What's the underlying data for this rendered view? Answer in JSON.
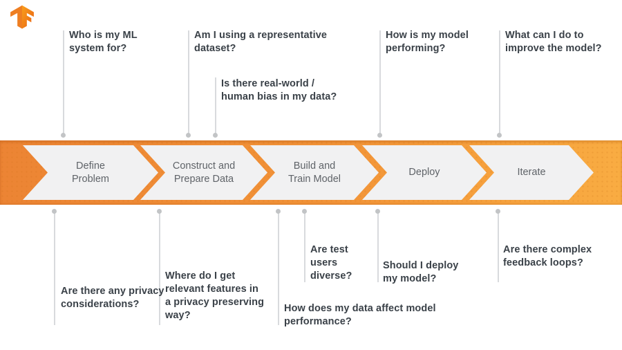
{
  "colors": {
    "band_gradient_start": "#EC8434",
    "band_gradient_end": "#F9AC42",
    "chevron_fill": "#F1F1F2",
    "stage_label_text": "#5F6368",
    "question_text": "#3A4148",
    "connector_line": "#D8DADD",
    "connector_dot": "#C2C4C6",
    "logo_orange": "#EE7E22",
    "logo_orange_bright": "#F9A01B"
  },
  "logo": {
    "name": "TensorFlow"
  },
  "stages": [
    {
      "label": "Define Problem"
    },
    {
      "label": "Construct and Prepare Data"
    },
    {
      "label": "Build and Train Model"
    },
    {
      "label": "Deploy"
    },
    {
      "label": "Iterate"
    }
  ],
  "top_questions": [
    {
      "text": "Who is my ML system for?"
    },
    {
      "text": "Am I using a representative dataset?"
    },
    {
      "text": "Is there real-world / human bias in my data?"
    },
    {
      "text": "How is my model performing?"
    },
    {
      "text": "What can I do to improve the model?"
    }
  ],
  "bottom_questions": [
    {
      "text": "Are there any privacy considerations?"
    },
    {
      "text": "Where do I get relevant features in a privacy preserving way?"
    },
    {
      "text": "How does my data affect model performance?"
    },
    {
      "text": "Are test users diverse?"
    },
    {
      "text": "Should I deploy my model?"
    },
    {
      "text": "Are there complex feedback loops?"
    }
  ]
}
